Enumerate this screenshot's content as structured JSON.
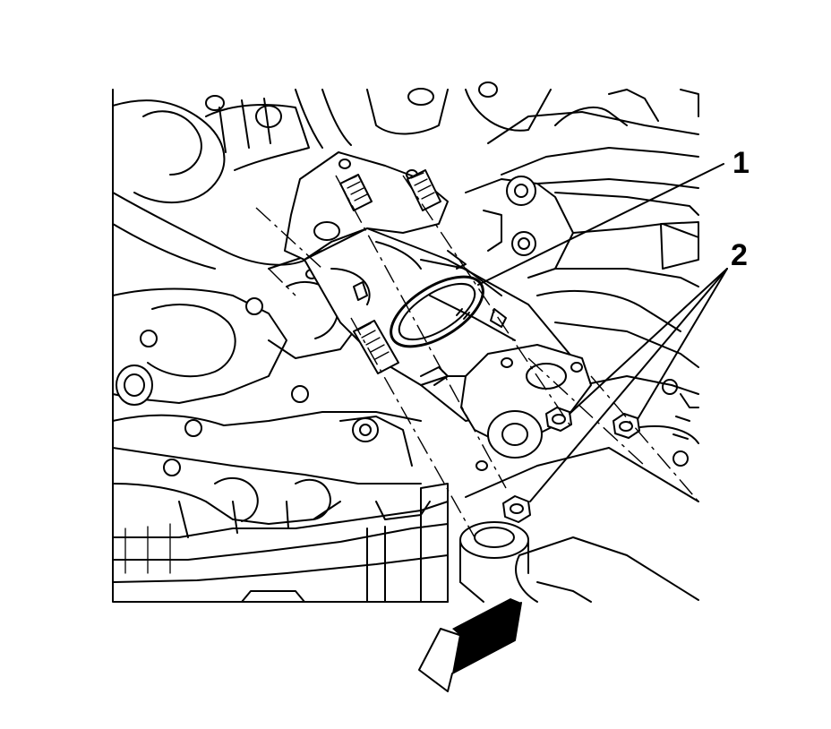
{
  "callouts": [
    {
      "id": "1",
      "label": "1"
    },
    {
      "id": "2",
      "label": "2"
    }
  ],
  "colors": {
    "ink": "#000000",
    "background": "#ffffff"
  },
  "icons": [
    "direction-arrow-icon"
  ]
}
